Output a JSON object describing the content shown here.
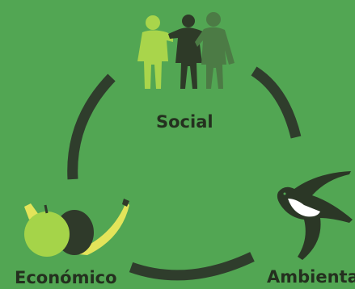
{
  "diagram": {
    "labels": {
      "social": "Social",
      "economic": "Económico",
      "environmental": "Ambiental"
    },
    "icons": {
      "social": "people-group-icon",
      "economic": "fruit-icon",
      "environmental": "swallow-bird-icon"
    }
  },
  "colors": {
    "background": "#52a653",
    "arc": "#2f3d2c",
    "label": "#24301f",
    "person_light": "#a9d54b",
    "person_dark": "#2e3a28",
    "person_mid": "#4c7b45",
    "apple": "#a5d449",
    "banana": "#e3e45a",
    "plum": "#2f3a2a",
    "bird_body": "#2b3726",
    "bird_belly": "#ffffff"
  }
}
